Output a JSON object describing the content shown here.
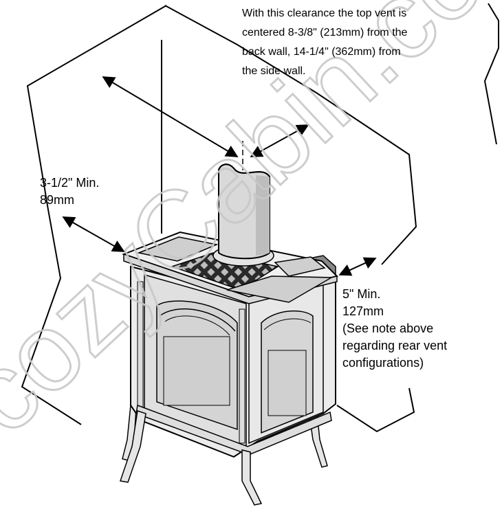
{
  "top_note": {
    "lines": [
      "With this clearance the top vent is",
      "centered 8-3/8\" (213mm) from the",
      "back wall, 14-1/4\" (362mm) from",
      "the side wall."
    ]
  },
  "side_clearance": {
    "lines": [
      "3-1/2\" Min.",
      "89mm"
    ]
  },
  "rear_clearance": {
    "lines": [
      "5\" Min.",
      "127mm",
      "(See note above",
      "regarding rear vent",
      "configurations)"
    ]
  },
  "watermark": {
    "text": "cozyCabin.com"
  },
  "colors": {
    "line": "#000000",
    "background": "#ffffff",
    "watermark": "#c8c8c8"
  }
}
